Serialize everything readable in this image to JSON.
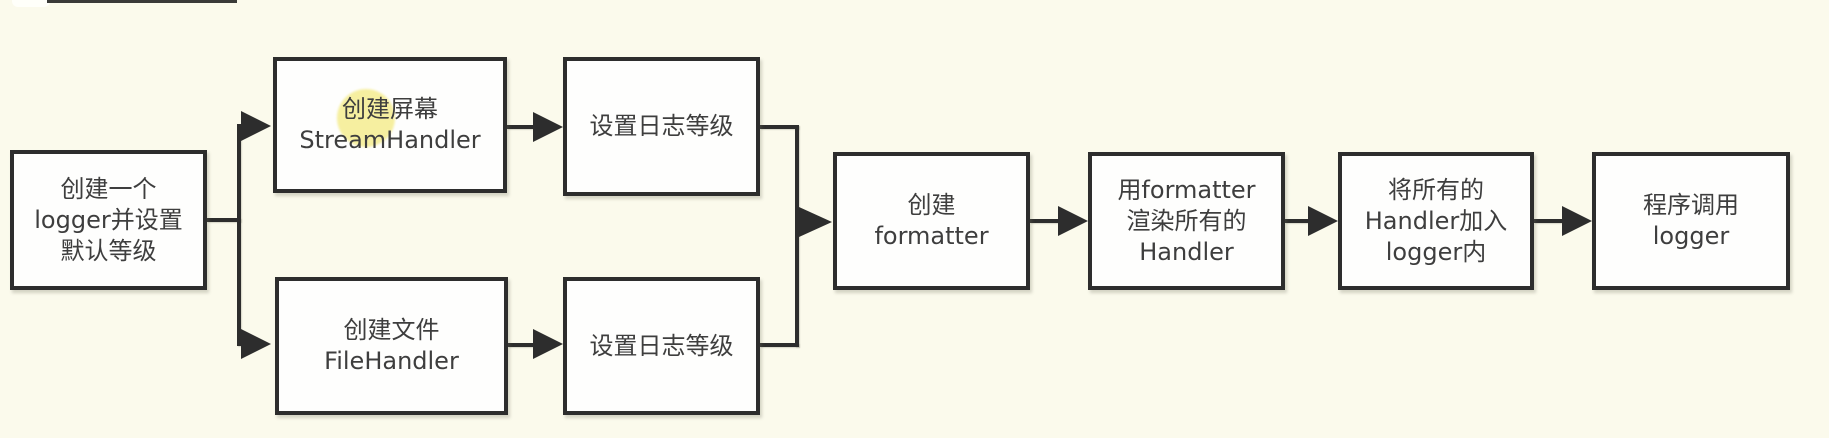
{
  "diagram": {
    "description": "Flowchart of configuring Python logging",
    "colors": {
      "background": "#fbfaec",
      "box_fill": "#fefefd",
      "line_color": "#2d2d2d",
      "text_color": "#3e3e3e",
      "highlight_color": "#f6efa0"
    },
    "nodes": {
      "create_logger": {
        "lines": [
          "创建一个",
          "logger并设置",
          "默认等级"
        ]
      },
      "create_streamhandler": {
        "lines": [
          "创建屏幕",
          "StreamHandler"
        ],
        "highlighted_text": "创建"
      },
      "set_level_top": {
        "lines": [
          "设置日志等级"
        ]
      },
      "create_filehandler": {
        "lines": [
          "创建文件",
          "FileHandler"
        ]
      },
      "set_level_bottom": {
        "lines": [
          "设置日志等级"
        ]
      },
      "create_formatter": {
        "lines": [
          "创建",
          "formatter"
        ]
      },
      "render_handlers": {
        "lines": [
          "用formatter",
          "渲染所有的",
          "Handler"
        ]
      },
      "add_handlers": {
        "lines": [
          "将所有的",
          "Handler加入",
          "logger内"
        ]
      },
      "call_logger": {
        "lines": [
          "程序调用",
          "logger"
        ]
      }
    },
    "edges": [
      {
        "from": "create_logger",
        "to": "create_streamhandler"
      },
      {
        "from": "create_logger",
        "to": "create_filehandler"
      },
      {
        "from": "create_streamhandler",
        "to": "set_level_top"
      },
      {
        "from": "create_filehandler",
        "to": "set_level_bottom"
      },
      {
        "from": "set_level_top",
        "to": "create_formatter"
      },
      {
        "from": "set_level_bottom",
        "to": "create_formatter"
      },
      {
        "from": "create_formatter",
        "to": "render_handlers"
      },
      {
        "from": "render_handlers",
        "to": "add_handlers"
      },
      {
        "from": "add_handlers",
        "to": "call_logger"
      }
    ]
  }
}
